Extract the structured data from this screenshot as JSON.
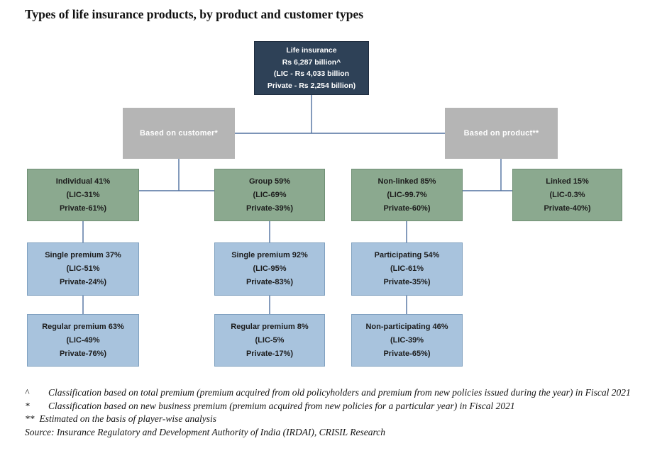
{
  "title": "Types of life insurance products, by product and customer types",
  "colors": {
    "navy": "#2e4157",
    "gray": "#b5b5b5",
    "green": "#8ba98f",
    "green_border": "#6f8f74",
    "blue": "#a8c3dd",
    "blue_border": "#7fa0bf",
    "line": "#50709f",
    "text_dark": "#1c1c1c"
  },
  "diagram": {
    "root": {
      "l1": "Life insurance",
      "l2": "Rs 6,287 billion^",
      "l3": "(LIC - Rs 4,033 billion",
      "l4": "Private - Rs 2,254 billion)"
    },
    "based_on_customer": {
      "label": "Based on customer*"
    },
    "based_on_product": {
      "label": "Based on product**"
    },
    "individual": {
      "l1": "Individual 41%",
      "l2": "(LIC-31%",
      "l3": "Private-61%)"
    },
    "group": {
      "l1": "Group 59%",
      "l2": "(LIC-69%",
      "l3": "Private-39%)"
    },
    "non_linked": {
      "l1": "Non-linked 85%",
      "l2": "(LIC-99.7%",
      "l3": "Private-60%)"
    },
    "linked": {
      "l1": "Linked 15%",
      "l2": "(LIC-0.3%",
      "l3": "Private-40%)"
    },
    "single_premium_individual": {
      "l1": "Single premium 37%",
      "l2": "(LIC-51%",
      "l3": "Private-24%)"
    },
    "single_premium_group": {
      "l1": "Single premium 92%",
      "l2": "(LIC-95%",
      "l3": "Private-83%)"
    },
    "participating": {
      "l1": "Participating 54%",
      "l2": "(LIC-61%",
      "l3": "Private-35%)"
    },
    "regular_premium_individual": {
      "l1": "Regular premium 63%",
      "l2": "(LIC-49%",
      "l3": "Private-76%)"
    },
    "regular_premium_group": {
      "l1": "Regular premium 8%",
      "l2": "(LIC-5%",
      "l3": "Private-17%)"
    },
    "non_participating": {
      "l1": "Non-participating 46%",
      "l2": "(LIC-39%",
      "l3": "Private-65%)"
    }
  },
  "footnotes": [
    {
      "marker": "^",
      "text": "Classification based on total premium (premium acquired from old policyholders and premium from new policies issued during the year) in Fiscal 2021"
    },
    {
      "marker": "*",
      "text": "Classification based on new business premium (premium acquired from new policies for a particular year) in Fiscal 2021"
    },
    {
      "marker": "**",
      "text": "Estimated on the basis of player-wise analysis"
    }
  ],
  "source": "Source: Insurance Regulatory and Development Authority of India (IRDAI), CRISIL Research"
}
